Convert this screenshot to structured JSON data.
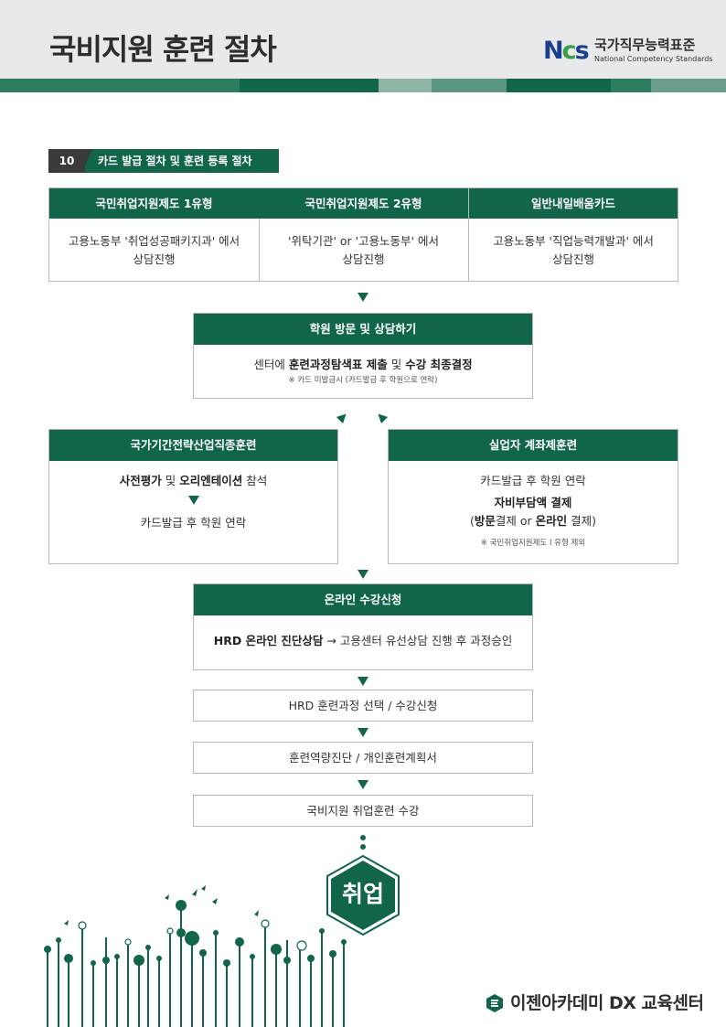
{
  "header": {
    "title": "국비지원 훈련 절차",
    "ncs_logo": "NCS",
    "ncs_kr": "국가직무능력표준",
    "ncs_en": "National Competency Standards"
  },
  "section": {
    "number": "10",
    "label": "카드 발급 절차 및 훈련 등록 절차"
  },
  "types": [
    {
      "title": "국민취업지원제도 1유형",
      "line1": "고용노동부 '취업성공패키지과' 에서",
      "line2": "상담진행"
    },
    {
      "title": "국민취업지원제도 2유형",
      "line1": "'위탁기관' or '고용노동부' 에서",
      "line2": "상담진행"
    },
    {
      "title": "일반내일배움카드",
      "line1": "고용노동부 '직업능력개발과' 에서",
      "line2": "상담진행"
    }
  ],
  "visit": {
    "title": "학원 방문 및 상담하기",
    "pre": "센터에 ",
    "bold1": "훈련과정탐색표 제출",
    "mid": " 및 ",
    "bold2": "수강 최종결정",
    "note": "※ 카드 미발급시 (카드발급 후 학원으로 연락)"
  },
  "national": {
    "title": "국가기간전략산업직종훈련",
    "line1_bold": "사전평가",
    "line1_mid": " 및 ",
    "line1_bold2": "오리엔테이션",
    "line1_end": " 참석",
    "line2": "카드발급 후 학원 연락"
  },
  "account": {
    "title": "실업자 계좌제훈련",
    "line1": "카드발급 후 학원 연락",
    "line2": "자비부담액 결제",
    "line3_pre": "(",
    "line3_b1": "방문",
    "line3_mid": "결제 or ",
    "line3_b2": "온라인",
    "line3_end": " 결제)",
    "note": "※ 국민취업지원제도 I 유형 제외"
  },
  "online": {
    "title": "온라인 수강신청",
    "bold": "HRD 온라인 진단상담",
    "rest": " → 고용센터 유선상담 진행 후 과정승인"
  },
  "steps": [
    "HRD 훈련과정 선택 / 수강신청",
    "훈련역량진단 / 개인훈련계획서",
    "국비지원 취업훈련 수강"
  ],
  "final": "취업",
  "footer": "이젠아카데미 DX 교육센터",
  "colors": {
    "primary": "#116548",
    "dark": "#3a3a3a",
    "border": "#b8b8b8",
    "header_bg": "#e8e9ea"
  }
}
